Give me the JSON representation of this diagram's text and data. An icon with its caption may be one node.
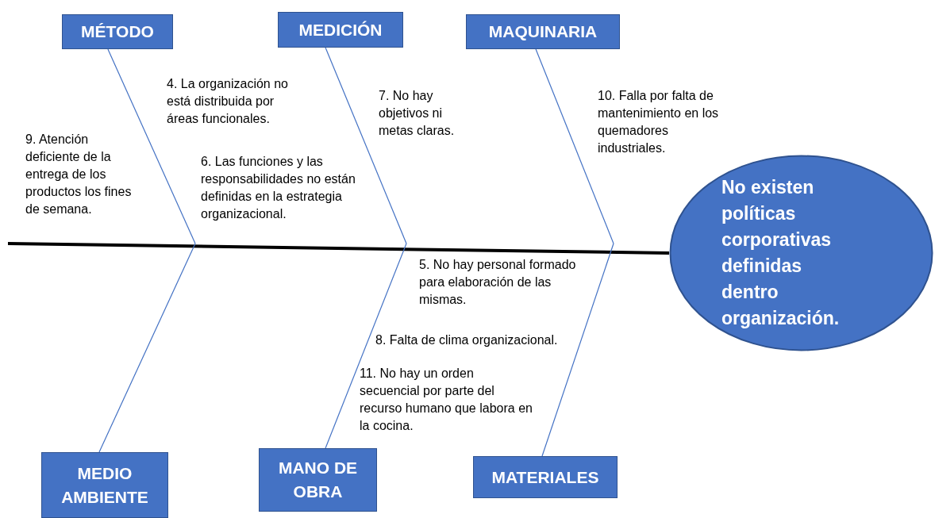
{
  "diagram": {
    "nodes": [
      {
        "text": [
          "MÉTODO"
        ]
      },
      {
        "text": [
          "MEDICIÓN"
        ]
      },
      {
        "text": [
          "MAQUINARIA"
        ]
      },
      {
        "text": [
          "No existen políticas corporativas definidas dentro organización."
        ]
      },
      {
        "text": [
          "MEDIO AMBIENTE"
        ]
      },
      {
        "text": [
          "MANO DE OBRA"
        ]
      },
      {
        "text": [
          "MATERIALES"
        ]
      }
    ],
    "edges": [
      {
        "from": null,
        "to": 3,
        "arrow": "none",
        "style": "thick",
        "color": "#000000"
      },
      {
        "from": 0,
        "to": null,
        "arrow": "none"
      },
      {
        "from": 4,
        "to": null,
        "arrow": "none"
      },
      {
        "from": 1,
        "to": null,
        "arrow": "none"
      },
      {
        "from": 5,
        "to": null,
        "arrow": "none"
      },
      {
        "from": 2,
        "to": null,
        "arrow": "none"
      },
      {
        "from": 6,
        "to": null,
        "arrow": "none"
      }
    ],
    "labels": [
      "4. La organización no está distribuida por áreas funcionales.",
      "7. No hay objetivos ni metas claras.",
      "10. Falla por falta de mantenimiento en los quemadores industriales.",
      "9. Atención deficiente de la entrega de los productos los fines de semana.",
      "6. Las funciones y las responsabilidades no están definidas en la estrategia organizacional.",
      "5. No hay personal formado para elaboración de las mismas.",
      "8. Falta de clima organizacional.",
      "11. No hay un orden secuencial por parte del recurso humano que labora en la cocina."
    ]
  }
}
